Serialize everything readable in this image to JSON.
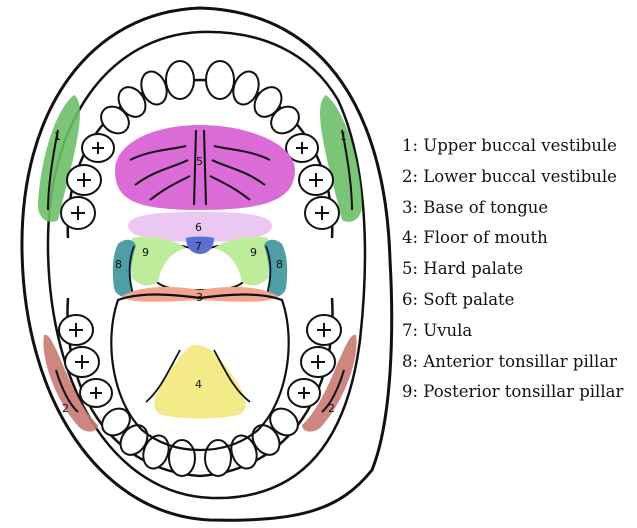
{
  "regions": [
    {
      "number": "1",
      "name": "Upper buccal vestibule",
      "color": "#6dbf6a"
    },
    {
      "number": "2",
      "name": "Lower buccal vestibule",
      "color": "#c97a72"
    },
    {
      "number": "3",
      "name": "Base of tongue",
      "color": "#f4a58f"
    },
    {
      "number": "4",
      "name": "Floor of mouth",
      "color": "#f3ea88"
    },
    {
      "number": "5",
      "name": "Hard palate",
      "color": "#db6bd6"
    },
    {
      "number": "6",
      "name": "Soft palate",
      "color": "#ebc8f2"
    },
    {
      "number": "7",
      "name": "Uvula",
      "color": "#5a6fd0"
    },
    {
      "number": "8",
      "name": "Anterior tonsillar pillar",
      "color": "#4f9ea6"
    },
    {
      "number": "9",
      "name": "Posterior tonsillar pillar",
      "color": "#bdec9a"
    }
  ],
  "legend": [
    "1: Upper buccal vestibule",
    "2: Lower buccal vestibule",
    "3: Base of tongue",
    "4: Floor of mouth",
    "5: Hard palate",
    "6: Soft palate",
    "7: Uvula",
    "8: Anterior tonsillar pillar",
    "9: Posterior tonsillar pillar"
  ]
}
